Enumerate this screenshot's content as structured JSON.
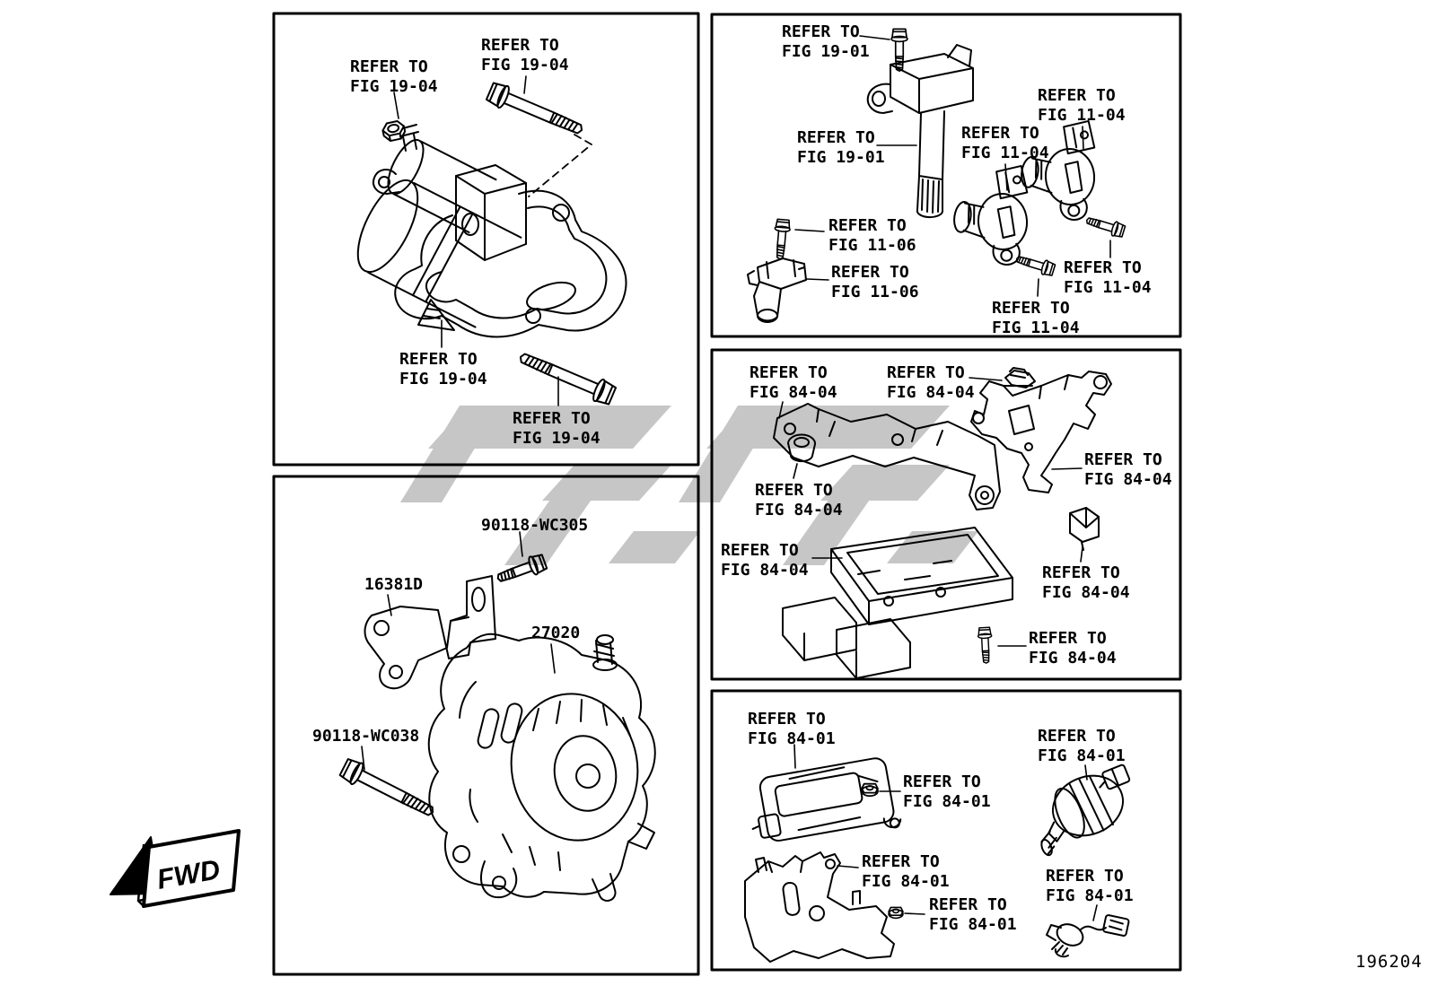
{
  "page": {
    "page_number": "196204",
    "fwd_label": "FWD",
    "ink_color": "#000000",
    "watermark_color": "#c6c6c6"
  },
  "panels": {
    "starter": {
      "labels": [
        "REFER TO\nFIG 19-04",
        "REFER TO\nFIG 19-04",
        "REFER TO\nFIG 19-04",
        "REFER TO\nFIG 19-04"
      ]
    },
    "ignition": {
      "labels": [
        "REFER TO\nFIG 19-01",
        "REFER TO\nFIG 19-01",
        "REFER TO\nFIG 11-04",
        "REFER TO\nFIG 11-04",
        "REFER TO\nFIG 11-06",
        "REFER TO\nFIG 11-06",
        "REFER TO\nFIG 11-04",
        "REFER TO\nFIG 11-04"
      ]
    },
    "ecu": {
      "labels": [
        "REFER TO\nFIG 84-04",
        "REFER TO\nFIG 84-04",
        "REFER TO\nFIG 84-04",
        "REFER TO\nFIG 84-04",
        "REFER TO\nFIG 84-04",
        "REFER TO\nFIG 84-04",
        "REFER TO\nFIG 84-04"
      ]
    },
    "modules": {
      "labels": [
        "REFER TO\nFIG 84-01",
        "REFER TO\nFIG 84-01",
        "REFER TO\nFIG 84-01",
        "REFER TO\nFIG 84-01",
        "REFER TO\nFIG 84-01",
        "REFER TO\nFIG 84-01"
      ]
    },
    "alternator": {
      "part_numbers": [
        "90118-WC305",
        "16381D",
        "27020",
        "90118-WC038"
      ]
    }
  }
}
